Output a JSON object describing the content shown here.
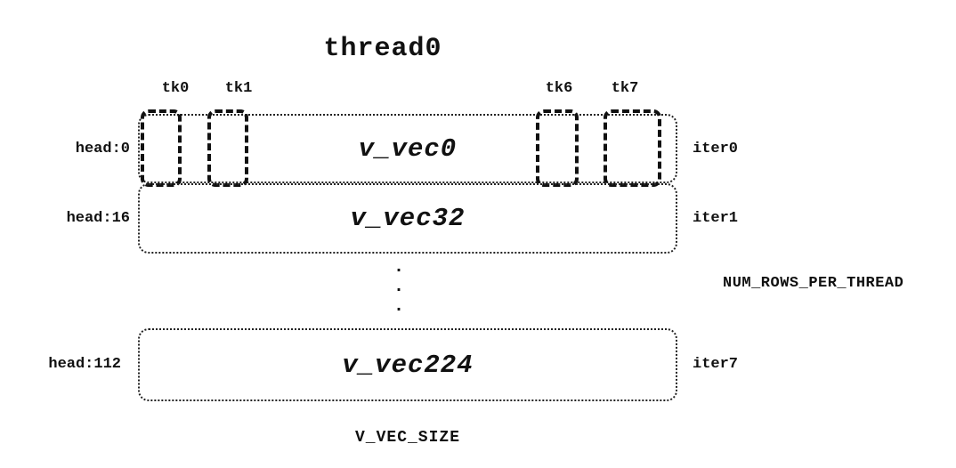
{
  "title": "thread0",
  "tk_labels": [
    "tk0",
    "tk1",
    "tk6",
    "tk7"
  ],
  "rows": [
    {
      "head": "head:0",
      "vec": "v_vec0",
      "iter": "iter0"
    },
    {
      "head": "head:16",
      "vec": "v_vec32",
      "iter": "iter1"
    },
    {
      "head": "head:112",
      "vec": "v_vec224",
      "iter": "iter7"
    }
  ],
  "ellipsis": ".\n.\n.",
  "right_label": "NUM_ROWS_PER_THREAD",
  "bottom_label": "V_VEC_SIZE",
  "colors": {
    "ink": "#111111",
    "background": "#ffffff"
  }
}
